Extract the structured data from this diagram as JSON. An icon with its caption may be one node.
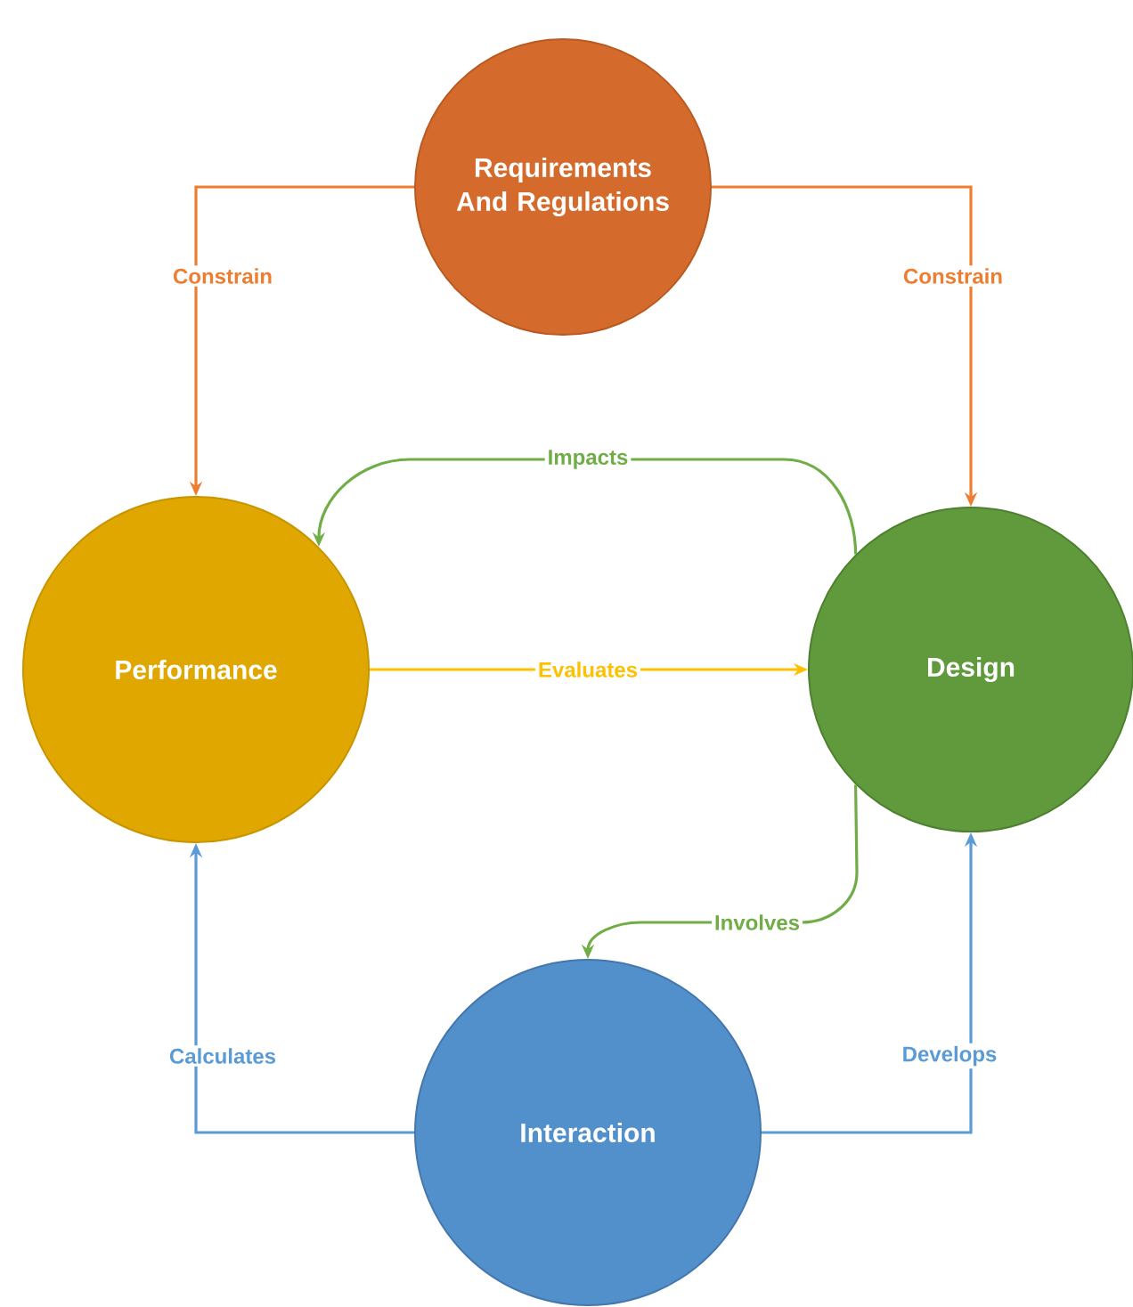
{
  "diagram": {
    "nodes": [
      {
        "text": [
          "Requirements And Regulations"
        ]
      },
      {
        "text": [
          "Performance"
        ]
      },
      {
        "text": [
          "Design"
        ]
      },
      {
        "text": [
          "Interaction"
        ]
      }
    ],
    "edges": [
      {
        "from": 0,
        "to": 1,
        "arrow": "to",
        "label": "Constrain",
        "color": "#ed7d31"
      },
      {
        "from": 0,
        "to": 2,
        "arrow": "to",
        "label": "Constrain",
        "color": "#ed7d31"
      },
      {
        "from": 2,
        "to": 1,
        "arrow": "to",
        "label": "Impacts",
        "color": "#70ad47"
      },
      {
        "from": 1,
        "to": 2,
        "arrow": "to",
        "label": "Evaluates",
        "color": "#ffc000"
      },
      {
        "from": 2,
        "to": 3,
        "arrow": "to",
        "label": "Involves",
        "color": "#70ad47"
      },
      {
        "from": 3,
        "to": 1,
        "arrow": "to",
        "label": "Calculates",
        "color": "#5b9bd5"
      },
      {
        "from": 3,
        "to": 2,
        "arrow": "to",
        "label": "Develops",
        "color": "#5b9bd5"
      }
    ]
  }
}
